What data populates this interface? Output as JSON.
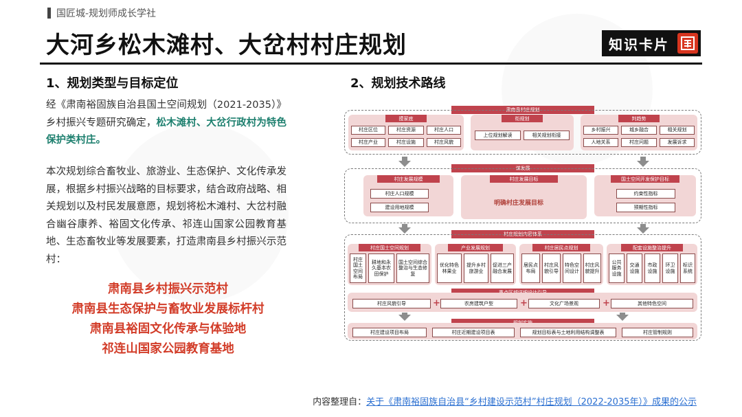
{
  "header": {
    "brand": "国匠城-规划师成长学社",
    "title": "大河乡松木滩村、大岔村村庄规划",
    "card_label": "知识卡片"
  },
  "left": {
    "heading": "1、规划类型与目标定位",
    "p1_plain": "经《肃南裕固族自治县国土空间规划（2021-2035）》乡村振兴专题研究确定，",
    "p1_highlight": "松木滩村、大岔行政村为特色保护类村庄。",
    "p2": "本次规划综合畜牧业、旅游业、生态保护、文化传承发展，根据乡村振兴战略的目标要求，结合政府战略、相关规划以及村民发展意愿，规划将松木滩村、大岔村融合幽谷康养、裕固文化传承、祁连山国家公园教育基地、生态畜牧业等发展要素，打造肃南县乡村振兴示范村：",
    "slogans": [
      "肃南县乡村振兴示范村",
      "肃南县生态保护与畜牧业发展标杆村",
      "肃南县裕固文化传承与体验地",
      "祁连山国家公园教育基地"
    ]
  },
  "right": {
    "heading": "2、规划技术路线"
  },
  "diagram": {
    "top_band": "肃南县村庄规划",
    "group1": {
      "title": "摸家底",
      "items": [
        "村庄区位",
        "村庄资源",
        "村庄人口",
        "村庄产业",
        "村庄设施",
        "村庄风貌"
      ]
    },
    "group2": {
      "title": "衔规划",
      "items": [
        "上位规划解读",
        "相关规划衔接"
      ]
    },
    "group3": {
      "title": "判趋势",
      "items": [
        "乡村振兴",
        "城乡融合",
        "相关规划",
        "人地关系",
        "村庄问题",
        "发展诉求"
      ]
    },
    "band2": "谋发展",
    "g4": {
      "title": "村庄发展规模",
      "items": [
        "村庄人口规模",
        "建设用地规模"
      ]
    },
    "g5": {
      "title": "村庄发展目标",
      "center": "明确村庄发展目标"
    },
    "g6": {
      "title": "国土空间开发保护目标",
      "items": [
        "约束性指标",
        "预期性指标"
      ]
    },
    "band3": "村庄规划内容体系",
    "g7": {
      "title": "村庄国土空间规划",
      "items": [
        "村庄国土空间布局",
        "耕地和永久基本农田保护",
        "国土空间综合整治与生态修复"
      ]
    },
    "g8": {
      "title": "产业发展规划",
      "items": [
        "优化特色林果业",
        "提升乡村旅游业",
        "促进三产融合发展"
      ]
    },
    "g9": {
      "title": "村庄居民点规划",
      "items": [
        "居民点布局",
        "村庄风貌引导",
        "特色空间设计",
        "村庄风貌提升"
      ]
    },
    "g10": {
      "title": "配套设施整治提升",
      "items": [
        "公共服务设施",
        "交通设施",
        "市政设施",
        "环卫设施",
        "标识系统"
      ]
    },
    "band4": "重点区域详细设计引导",
    "row4": [
      "村庄风貌引导",
      "农房建筑户型",
      "文化广场景观",
      "其他特色空间"
    ],
    "band5": "规划实施",
    "row5": [
      "村庄建设项目布局",
      "村庄近期建设项目表",
      "规划目标表与土地利用结构调整表",
      "村庄管制规则"
    ]
  },
  "footer": {
    "prefix": "内容整理自：",
    "link": "关于《肃南裕固族自治县“乡村建设示范村”村庄规划（2022-2035年）》成果的公示"
  },
  "colors": {
    "accent_red": "#c0434d",
    "highlight_teal": "#1d7f6e",
    "slogan_red": "#d23c28"
  }
}
